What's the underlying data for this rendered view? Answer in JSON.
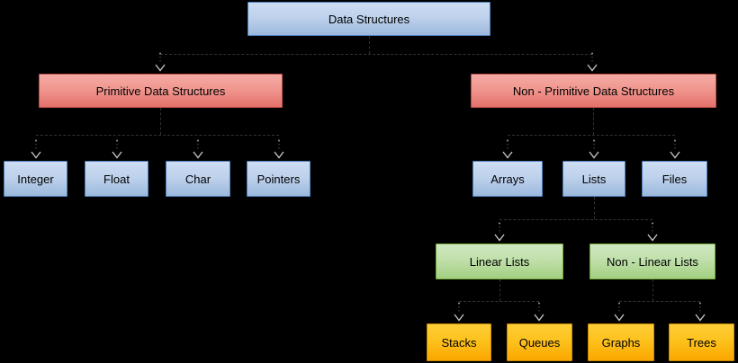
{
  "diagram": {
    "root": {
      "label": "Data Structures",
      "children": [
        {
          "label": "Primitive Data Structures",
          "children": [
            {
              "label": "Integer"
            },
            {
              "label": "Float"
            },
            {
              "label": "Char"
            },
            {
              "label": "Pointers"
            }
          ]
        },
        {
          "label": "Non - Primitive Data Structures",
          "children": [
            {
              "label": "Arrays"
            },
            {
              "label": "Lists",
              "children": [
                {
                  "label": "Linear Lists",
                  "children": [
                    {
                      "label": "Stacks"
                    },
                    {
                      "label": "Queues"
                    }
                  ]
                },
                {
                  "label": "Non - Linear Lists",
                  "children": [
                    {
                      "label": "Graphs"
                    },
                    {
                      "label": "Trees"
                    }
                  ]
                }
              ]
            },
            {
              "label": "Files"
            }
          ]
        }
      ]
    }
  },
  "colors": {
    "background": "#000000",
    "text": "#000000",
    "arrowhead": "#c9c9c9",
    "node_blue": {
      "fill_top": "#ccdcf2",
      "fill_bottom": "#9cb9dd",
      "border": "#4f81bd"
    },
    "node_red": {
      "fill_top": "#f4aba5",
      "fill_bottom": "#e3716a",
      "border": "#bf4e49"
    },
    "node_green": {
      "fill_top": "#cfe8c0",
      "fill_bottom": "#a2cf80",
      "border": "#76a73c"
    },
    "node_gold": {
      "fill_top": "#fdcd38",
      "fill_bottom": "#fba600",
      "border": "#c98a00"
    }
  }
}
